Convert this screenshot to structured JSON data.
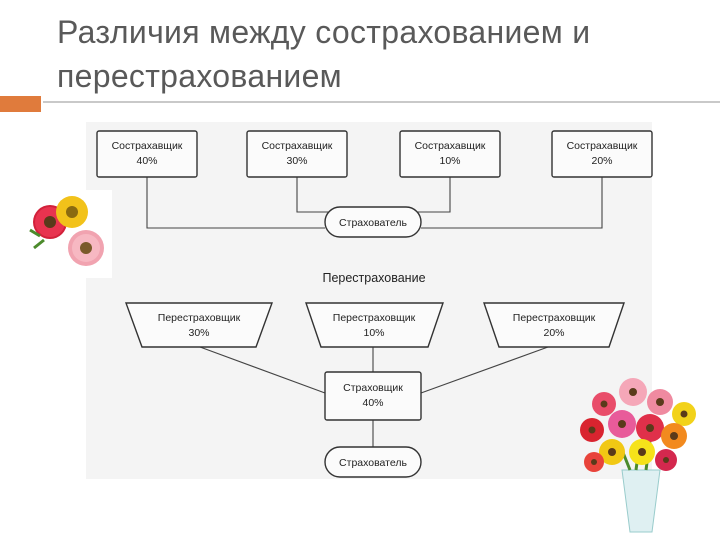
{
  "slide": {
    "title_line1": "Различия между сострахованием и",
    "title_line2": "перестрахованием",
    "accent_color": "#e07b3c"
  },
  "coinsurance": {
    "insurers": [
      {
        "name": "Сострахавщик",
        "share": "40%"
      },
      {
        "name": "Сострахавщик",
        "share": "30%"
      },
      {
        "name": "Сострахавщик",
        "share": "10%"
      },
      {
        "name": "Сострахавщик",
        "share": "20%"
      }
    ],
    "policyholder": "Страхователь"
  },
  "reinsurance": {
    "heading": "Перестрахование",
    "reinsurers": [
      {
        "name": "Перестраховщик",
        "share": "30%"
      },
      {
        "name": "Перестраховщик",
        "share": "10%"
      },
      {
        "name": "Перестраховщик",
        "share": "20%"
      }
    ],
    "insurer": {
      "name": "Страховщик",
      "share": "40%"
    },
    "policyholder": "Страхователь"
  }
}
